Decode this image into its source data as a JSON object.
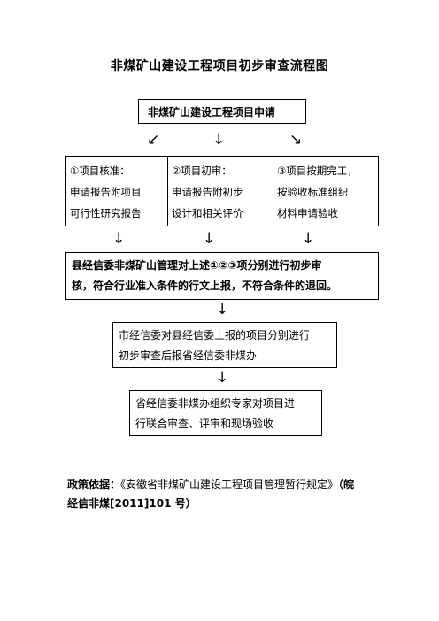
{
  "page_title": "非煤矿山建设工程项目初步审查流程图",
  "flow": {
    "apply": "非煤矿山建设工程项目申请",
    "arrows": {
      "fan_left": "↙",
      "fan_down": "↓",
      "fan_right": "↘",
      "down": "↓"
    },
    "steps": [
      {
        "head": "①项目核准：",
        "lines": [
          "申请报告附项目",
          "可行性研究报告"
        ]
      },
      {
        "head": "②项目初审：",
        "lines": [
          "申请报告附初步",
          "设计和相关评价"
        ]
      },
      {
        "head": "③项目按期完工，",
        "lines": [
          "按验收标准组织",
          "材料申请验收"
        ]
      }
    ],
    "county_review": {
      "line1": "县经信委非煤矿山管理对上述①②③项分别进行初步审",
      "line2": "核，符合行业准入条件的行文上报，不符合条件的退回。"
    },
    "city_review": {
      "line1": "市经信委对县经信委上报的项目分别进行",
      "line2": "初步审查后报省经信委非煤办"
    },
    "province_review": {
      "line1": "省经信委非煤办组织专家对项目进",
      "line2": "行联合审查、评审和现场验收"
    }
  },
  "policy": {
    "label": "政策依据：",
    "doc": "《安徽省非煤矿山建设工程项目管理暂行规定》",
    "ref_open": "（皖",
    "ref_line2": "经信非煤[2011]101 号）"
  }
}
